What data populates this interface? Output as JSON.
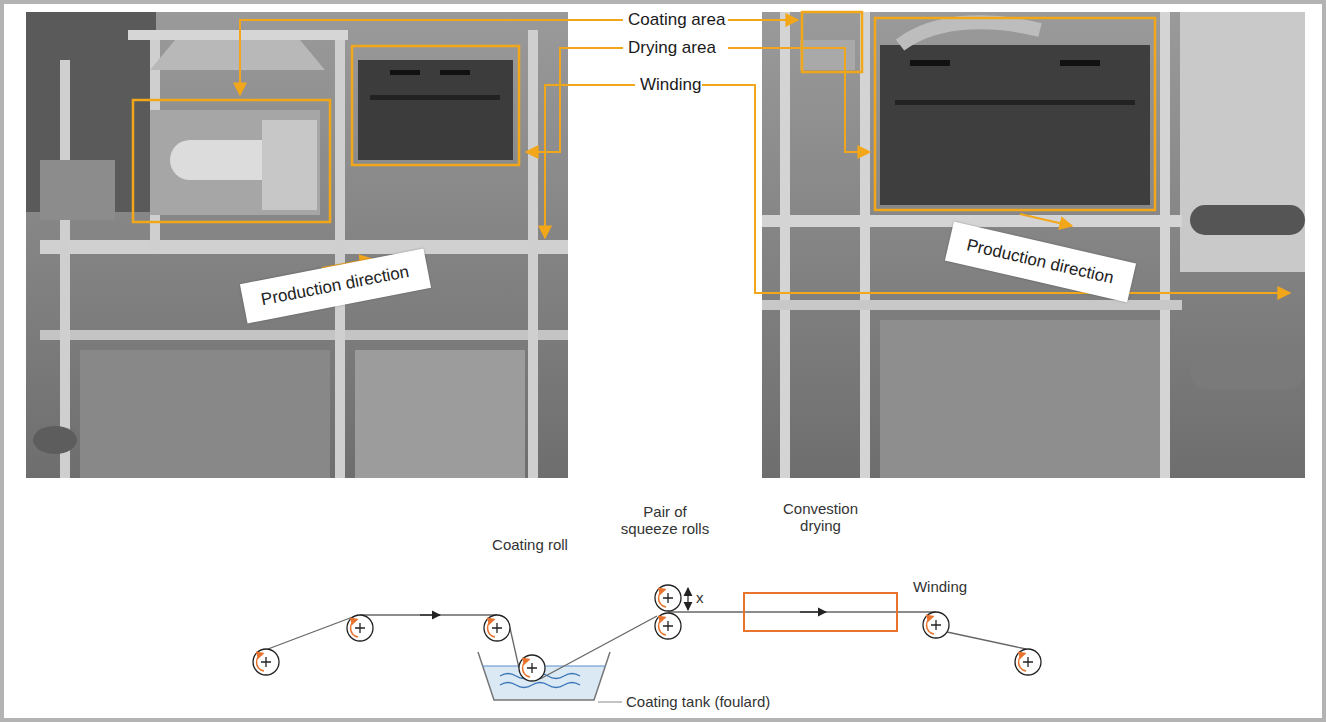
{
  "diagram": {
    "nodes": [
      {
        "text": [
          "Production direction"
        ]
      },
      {
        "text": [
          "Production direction"
        ]
      },
      {
        "text": [
          "Convestion drying"
        ]
      }
    ],
    "labels": [
      "Coating area",
      "Drying area",
      "Winding",
      "Pair of squeeze rolls",
      "Coating roll",
      "Winding",
      "Coating tank (foulard)",
      "x"
    ]
  }
}
